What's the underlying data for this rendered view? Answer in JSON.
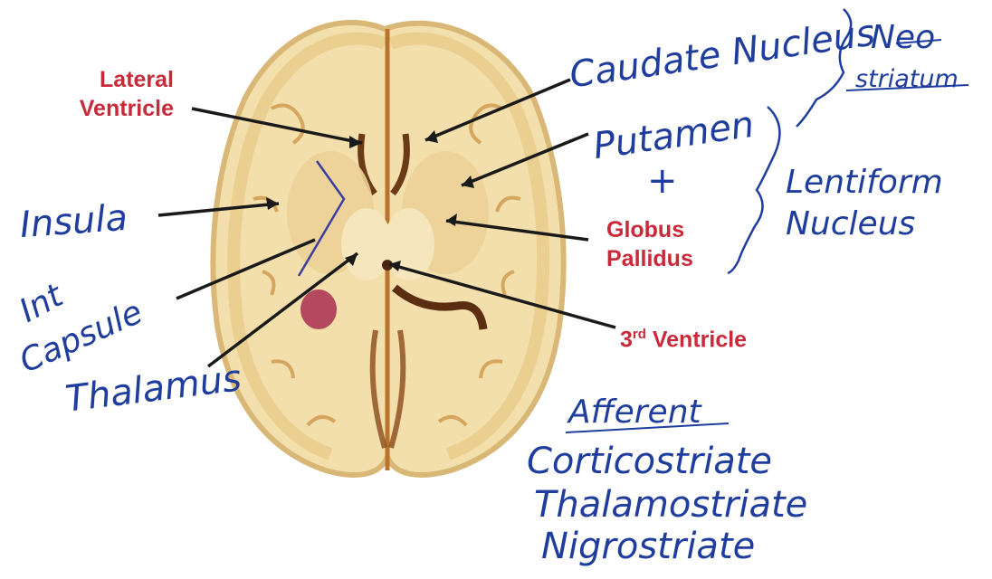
{
  "colors": {
    "red_label": "#c92a3a",
    "handwriting": "#1f3d9c",
    "arrow": "#1a1a1a",
    "brain_fill": "#f3dfac",
    "cortex": "#e6c47e"
  },
  "labels": {
    "lateral_ventricle_1": "Lateral",
    "lateral_ventricle_2": "Ventricle",
    "globus_1": "Globus",
    "globus_2": "Pallidus",
    "third_ventricle_sup": "rd",
    "third_ventricle_prefix": "3",
    "third_ventricle_word": "Ventricle"
  },
  "handwritten": {
    "caudate_nucleus": "Caudate Nucleus",
    "neo": "Neo",
    "striatum": "striatum",
    "putamen": "Putamen",
    "plus": "+",
    "lentiform_1": "Lentiform",
    "lentiform_2": "Nucleus",
    "insula": "Insula",
    "int": "Int",
    "capsule": "Capsule",
    "thalamus": "Thalamus",
    "afferent_title": "Afferent",
    "afferent_items": [
      "Corticostriate",
      "Thalamostriate",
      "Nigrostriate"
    ]
  }
}
